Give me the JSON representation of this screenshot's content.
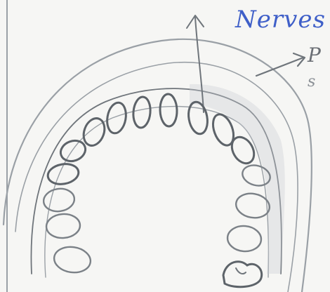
{
  "labels": {
    "nerves": "Nerves",
    "right_top": "P",
    "right_bottom": "s"
  },
  "colors": {
    "paper": "#f6f6f4",
    "pencil": "#9aa0a6",
    "ink": "#3f5fc8"
  }
}
